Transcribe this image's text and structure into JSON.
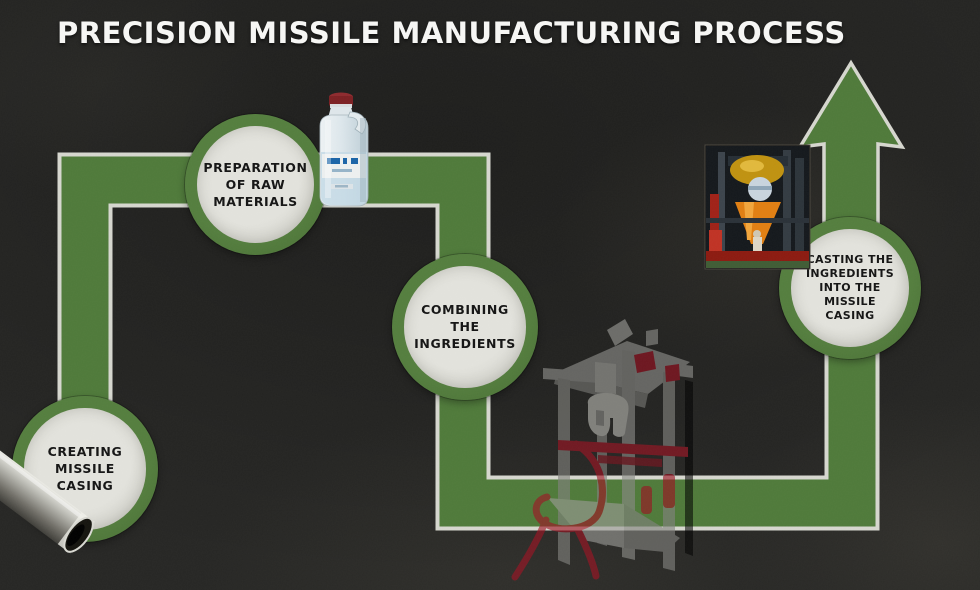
{
  "title": "PRECISION MISSILE MANUFACTURING PROCESS",
  "steps": [
    {
      "id": "creating-missile-casing",
      "label": "CREATING MISSILE CASING",
      "lines": [
        "CREATING",
        "MISSILE",
        "CASING"
      ]
    },
    {
      "id": "preparation-of-raw-materials",
      "label": "PREPARATION OF RAW MATERIALS",
      "lines": [
        "PREPARATION",
        "OF RAW",
        "MATERIALS"
      ]
    },
    {
      "id": "combining-the-ingredients",
      "label": "COMBINING THE INGREDIENTS",
      "lines": [
        "COMBINING",
        "THE",
        "INGREDIENTS"
      ]
    },
    {
      "id": "casting-the-ingredients-into-the-missile-casing",
      "label": "CASTING THE INGREDIENTS INTO THE MISSILE CASING",
      "lines": [
        "CASTING THE",
        "INGREDIENTS",
        "INTO THE",
        "MISSILE",
        "CASING"
      ]
    }
  ],
  "flow": {
    "sequence": [
      "creating-missile-casing",
      "preparation-of-raw-materials",
      "combining-the-ingredients",
      "casting-the-ingredients-into-the-missile-casing"
    ],
    "end_marker": "up-arrow"
  },
  "illustrations": [
    {
      "name": "missile-casing-tube",
      "depicts": "metal missile casing tube"
    },
    {
      "name": "raw-material-jug",
      "depicts": "plastic jug of liquid raw material"
    },
    {
      "name": "casting-press-machine",
      "depicts": "translucent casting press with red hoses"
    },
    {
      "name": "industrial-mixer-photo",
      "depicts": "photo of industrial mixing equipment"
    }
  ],
  "colors": {
    "background": "#262624",
    "path_green": "#4f7a3a",
    "path_outline": "#d6d7cf",
    "node_fill": "#d9d9d3",
    "node_text": "#141414",
    "title_text": "#f6f6f4",
    "accent_red": "#9c1020"
  }
}
